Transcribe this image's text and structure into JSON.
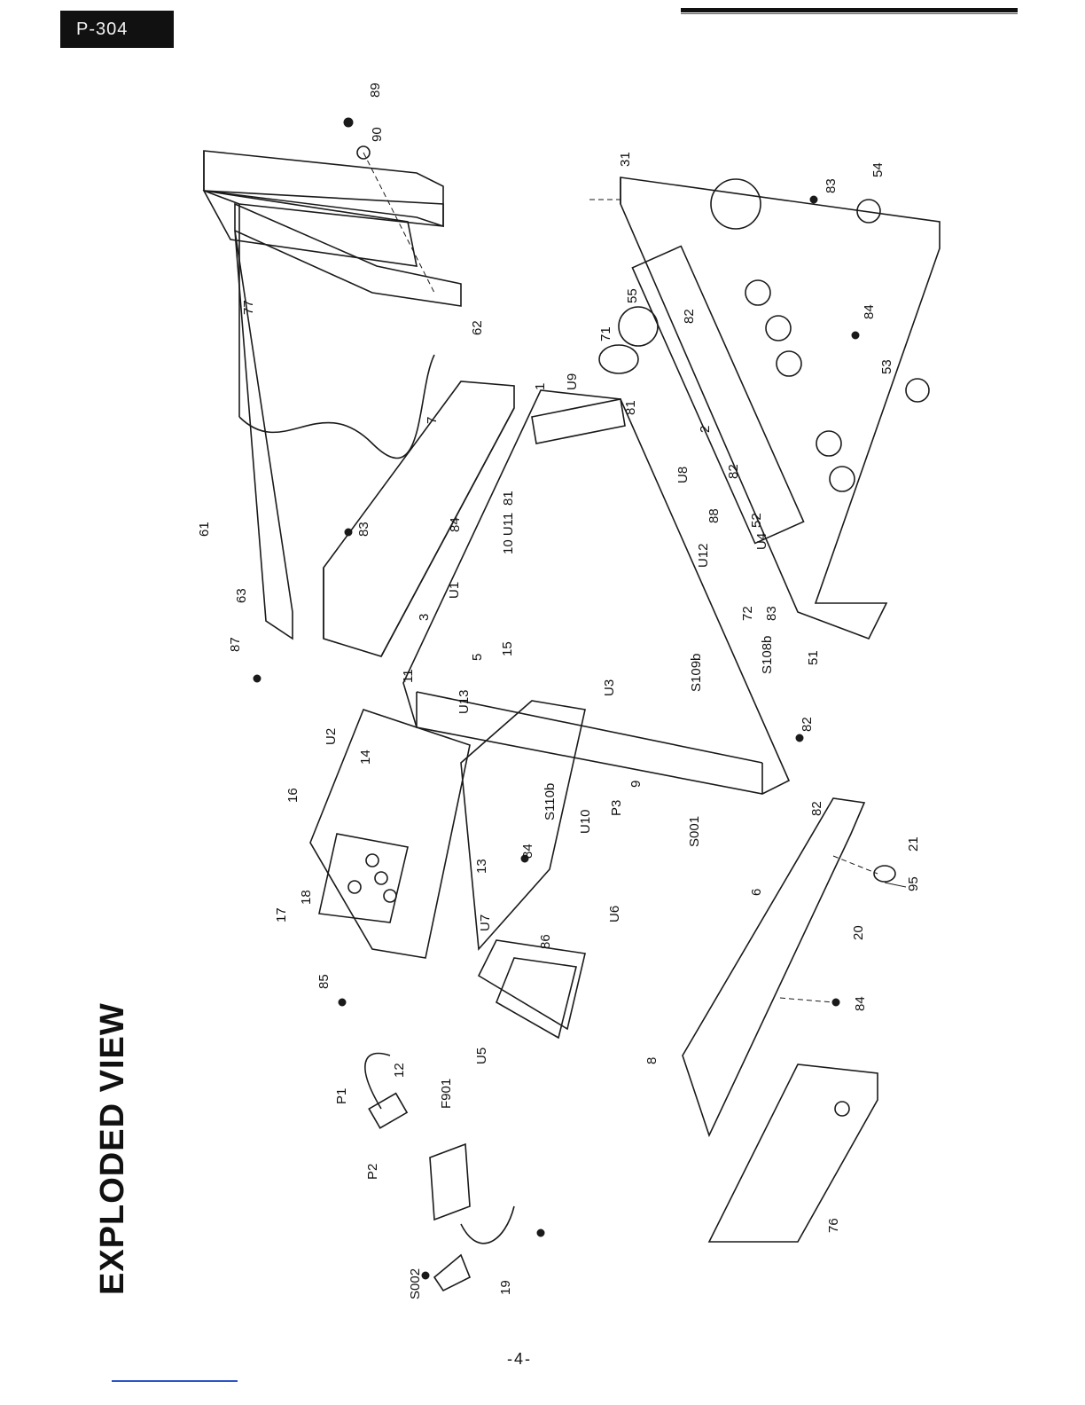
{
  "header": {
    "model": "P-304"
  },
  "title": "EXPLODED VIEW",
  "footer": {
    "page_number": "-4-"
  },
  "diagram": {
    "callouts": [
      "89",
      "90",
      "77",
      "62",
      "61",
      "63",
      "87",
      "7",
      "83",
      "31",
      "83",
      "54",
      "55",
      "71",
      "82",
      "84",
      "53",
      "1",
      "U9",
      "81",
      "81",
      "2",
      "82",
      "U8",
      "10 U11",
      "84",
      "U1",
      "3",
      "88",
      "52",
      "U12",
      "U4",
      "5",
      "15",
      "72",
      "83",
      "S109b",
      "S108b",
      "51",
      "11",
      "U13",
      "U3",
      "82",
      "82",
      "U2",
      "14",
      "16",
      "S110b",
      "U10",
      "9",
      "P3",
      "S001",
      "84",
      "13",
      "18",
      "17",
      "U7",
      "86",
      "U6",
      "6",
      "21",
      "95",
      "20",
      "85",
      "12",
      "P1",
      "F901",
      "U5",
      "84",
      "8",
      "P2",
      "S002",
      "19",
      "76"
    ]
  }
}
